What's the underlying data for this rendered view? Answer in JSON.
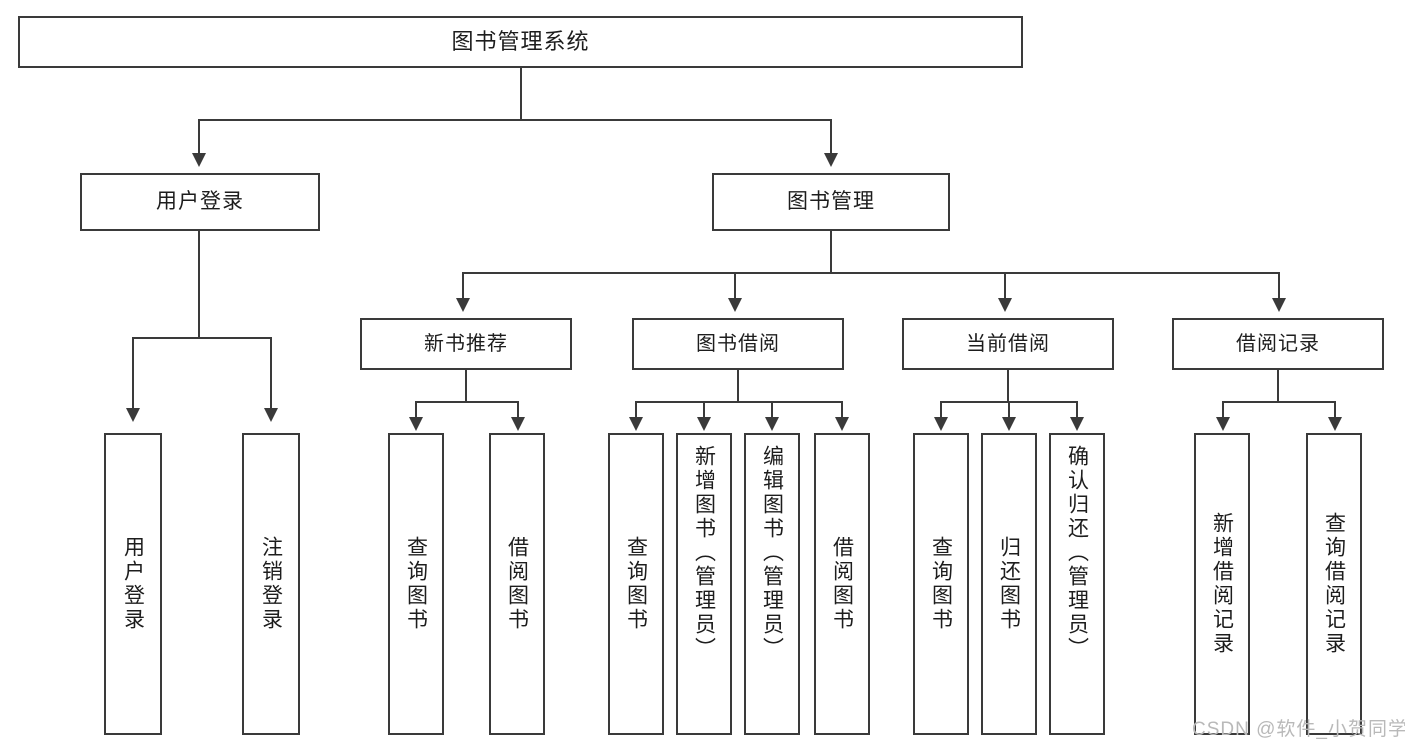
{
  "diagram": {
    "title": "图书管理系统",
    "watermark": "CSDN @软件_小贺同学",
    "nodes": {
      "root": "图书管理系统",
      "user_login": "用户登录",
      "book_manage": "图书管理",
      "new_book_rec": "新书推荐",
      "book_borrow": "图书借阅",
      "current_borrow": "当前借阅",
      "borrow_record": "借阅记录",
      "leaf_user_login": "用户登录",
      "leaf_logout_login": "注销登录",
      "leaf_query_book_1": "查询图书",
      "leaf_borrow_book_1": "借阅图书",
      "leaf_query_book_2": "查询图书",
      "leaf_add_book_admin": "新增图书（管理员）",
      "leaf_edit_book_admin": "编辑图书（管理员）",
      "leaf_borrow_book_2": "借阅图书",
      "leaf_query_book_3": "查询图书",
      "leaf_return_book": "归还图书",
      "leaf_confirm_return_admin": "确认归还（管理员）",
      "leaf_add_borrow_record": "新增借阅记录",
      "leaf_query_borrow_record": "查询借阅记录"
    },
    "colors": {
      "stroke": "#3a3a3a",
      "fill": "#ffffff",
      "text": "#1d1d1d",
      "watermark": "#b9b9b9"
    }
  }
}
